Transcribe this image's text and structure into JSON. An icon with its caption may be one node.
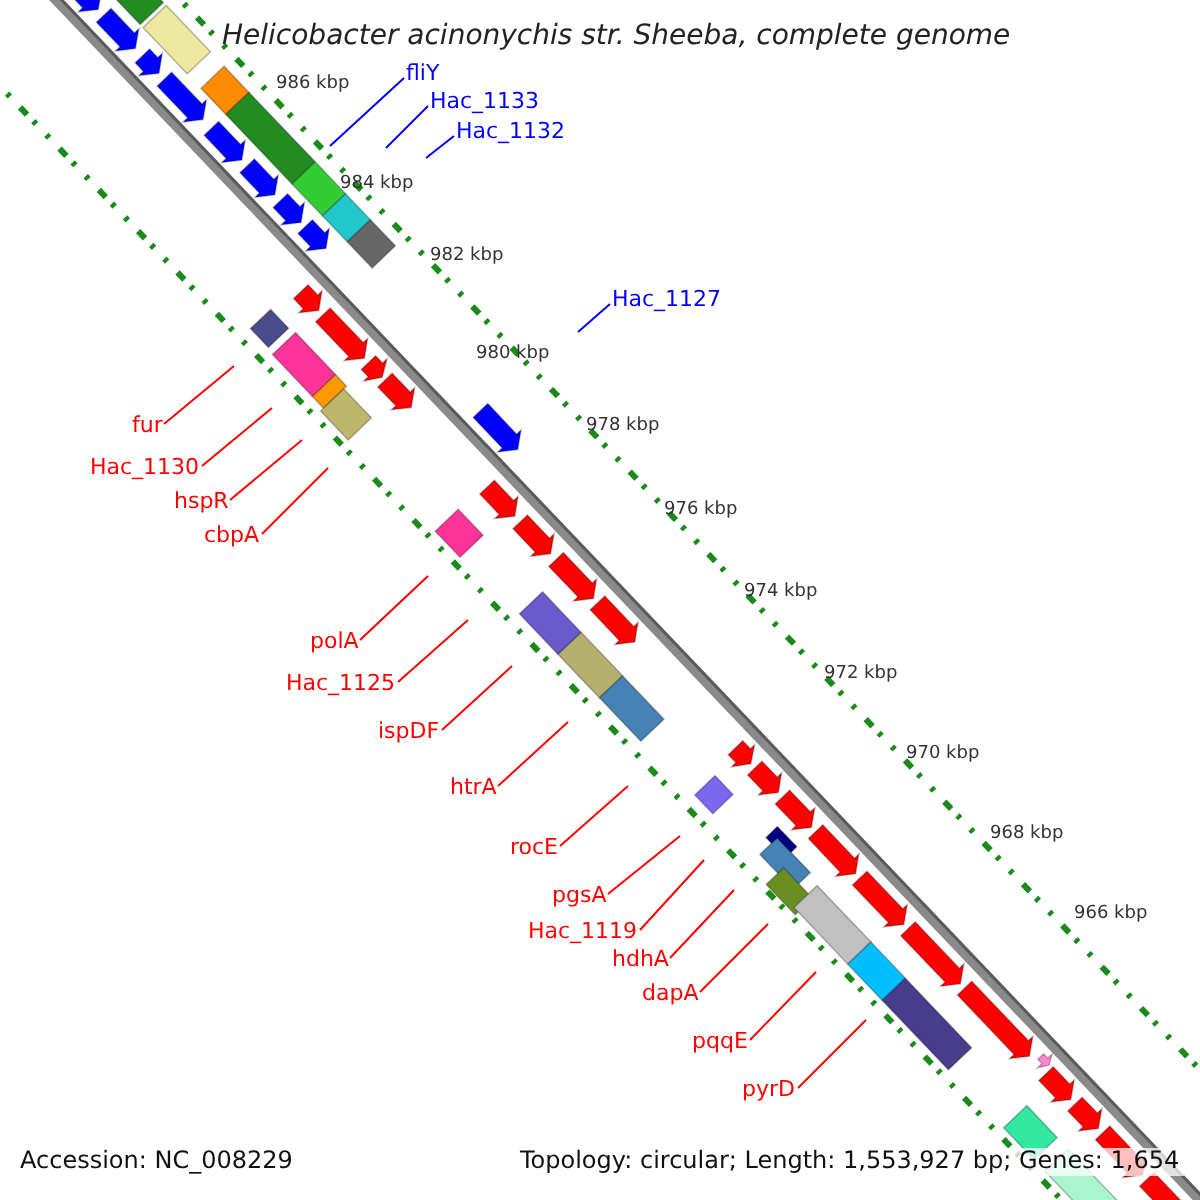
{
  "diagram": {
    "title": "Helicobacter acinonychis str. Sheeba, complete genome",
    "nodes": [
      {
        "text": [
          "fliY"
        ]
      },
      {
        "text": [
          "Hac_1133"
        ]
      },
      {
        "text": [
          "Hac_1132"
        ]
      },
      {
        "text": [
          "Hac_1127"
        ]
      },
      {
        "text": [
          "fur"
        ]
      },
      {
        "text": [
          "Hac_1130"
        ]
      },
      {
        "text": [
          "hspR"
        ]
      },
      {
        "text": [
          "cbpA"
        ]
      },
      {
        "text": [
          "polA"
        ]
      },
      {
        "text": [
          "Hac_1125"
        ]
      },
      {
        "text": [
          "ispDF"
        ]
      },
      {
        "text": [
          "htrA"
        ]
      },
      {
        "text": [
          "rocE"
        ]
      },
      {
        "text": [
          "pgsA"
        ]
      },
      {
        "text": [
          "Hac_1119"
        ]
      },
      {
        "text": [
          "hdhA"
        ]
      },
      {
        "text": [
          "dapA"
        ]
      },
      {
        "text": [
          "pqqE"
        ]
      },
      {
        "text": [
          "pyrD"
        ]
      }
    ],
    "edges": [
      {
        "from": 0,
        "to": null,
        "arrow": "none",
        "color": "#0000ff"
      },
      {
        "from": 1,
        "to": null,
        "arrow": "none",
        "color": "#0000ff"
      },
      {
        "from": 2,
        "to": null,
        "arrow": "none",
        "color": "#0000ff"
      },
      {
        "from": 3,
        "to": null,
        "arrow": "none",
        "color": "#0000ff"
      },
      {
        "from": 4,
        "to": null,
        "arrow": "none"
      },
      {
        "from": 5,
        "to": null,
        "arrow": "none"
      },
      {
        "from": 6,
        "to": null,
        "arrow": "none"
      },
      {
        "from": 7,
        "to": null,
        "arrow": "none"
      },
      {
        "from": 8,
        "to": null,
        "arrow": "none"
      },
      {
        "from": 9,
        "to": null,
        "arrow": "none"
      },
      {
        "from": 10,
        "to": null,
        "arrow": "none"
      },
      {
        "from": 11,
        "to": null,
        "arrow": "none"
      },
      {
        "from": 12,
        "to": null,
        "arrow": "none"
      },
      {
        "from": 13,
        "to": null,
        "arrow": "none"
      },
      {
        "from": 14,
        "to": null,
        "arrow": "none"
      },
      {
        "from": 15,
        "to": null,
        "arrow": "none"
      },
      {
        "from": 16,
        "to": null,
        "arrow": "none"
      },
      {
        "from": 17,
        "to": null,
        "arrow": "none"
      },
      {
        "from": 18,
        "to": null,
        "arrow": "none"
      }
    ],
    "labels": [
      "986 kbp",
      "984 kbp",
      "982 kbp",
      "980 kbp",
      "978 kbp",
      "976 kbp",
      "974 kbp",
      "972 kbp",
      "970 kbp",
      "968 kbp",
      "966 kbp",
      "Accession: NC_008229",
      "Topology: circular; Length: 1,553,927 bp; Genes: 1,654"
    ]
  }
}
